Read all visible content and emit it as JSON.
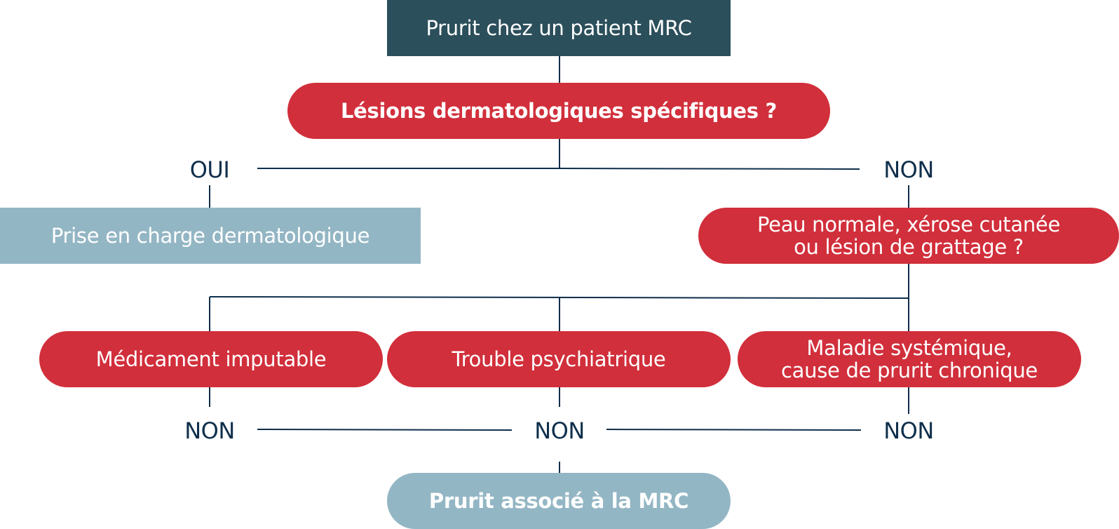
{
  "nodes": {
    "start": "Prurit chez un patient MRC",
    "q_lesions": "Lésions dermatologiques spécifiques ?",
    "prise_en_charge": "Prise en charge dermatologique",
    "q_peau": "Peau normale, xérose cutanée\nou lésion de grattage ?",
    "medicament": "Médicament imputable",
    "trouble": "Trouble psychiatrique",
    "maladie": "Maladie systémique,\ncause de prurit chronique",
    "result": "Prurit associé à la MRC"
  },
  "labels": {
    "oui": "OUI",
    "non_right": "NON",
    "non_1": "NON",
    "non_2": "NON",
    "non_3": "NON"
  },
  "colors": {
    "dark": "#2b4f5b",
    "red": "#d12f3b",
    "light": "#93b6c4",
    "line": "#0f2f4b",
    "text_dark": "#0f2f4b"
  }
}
